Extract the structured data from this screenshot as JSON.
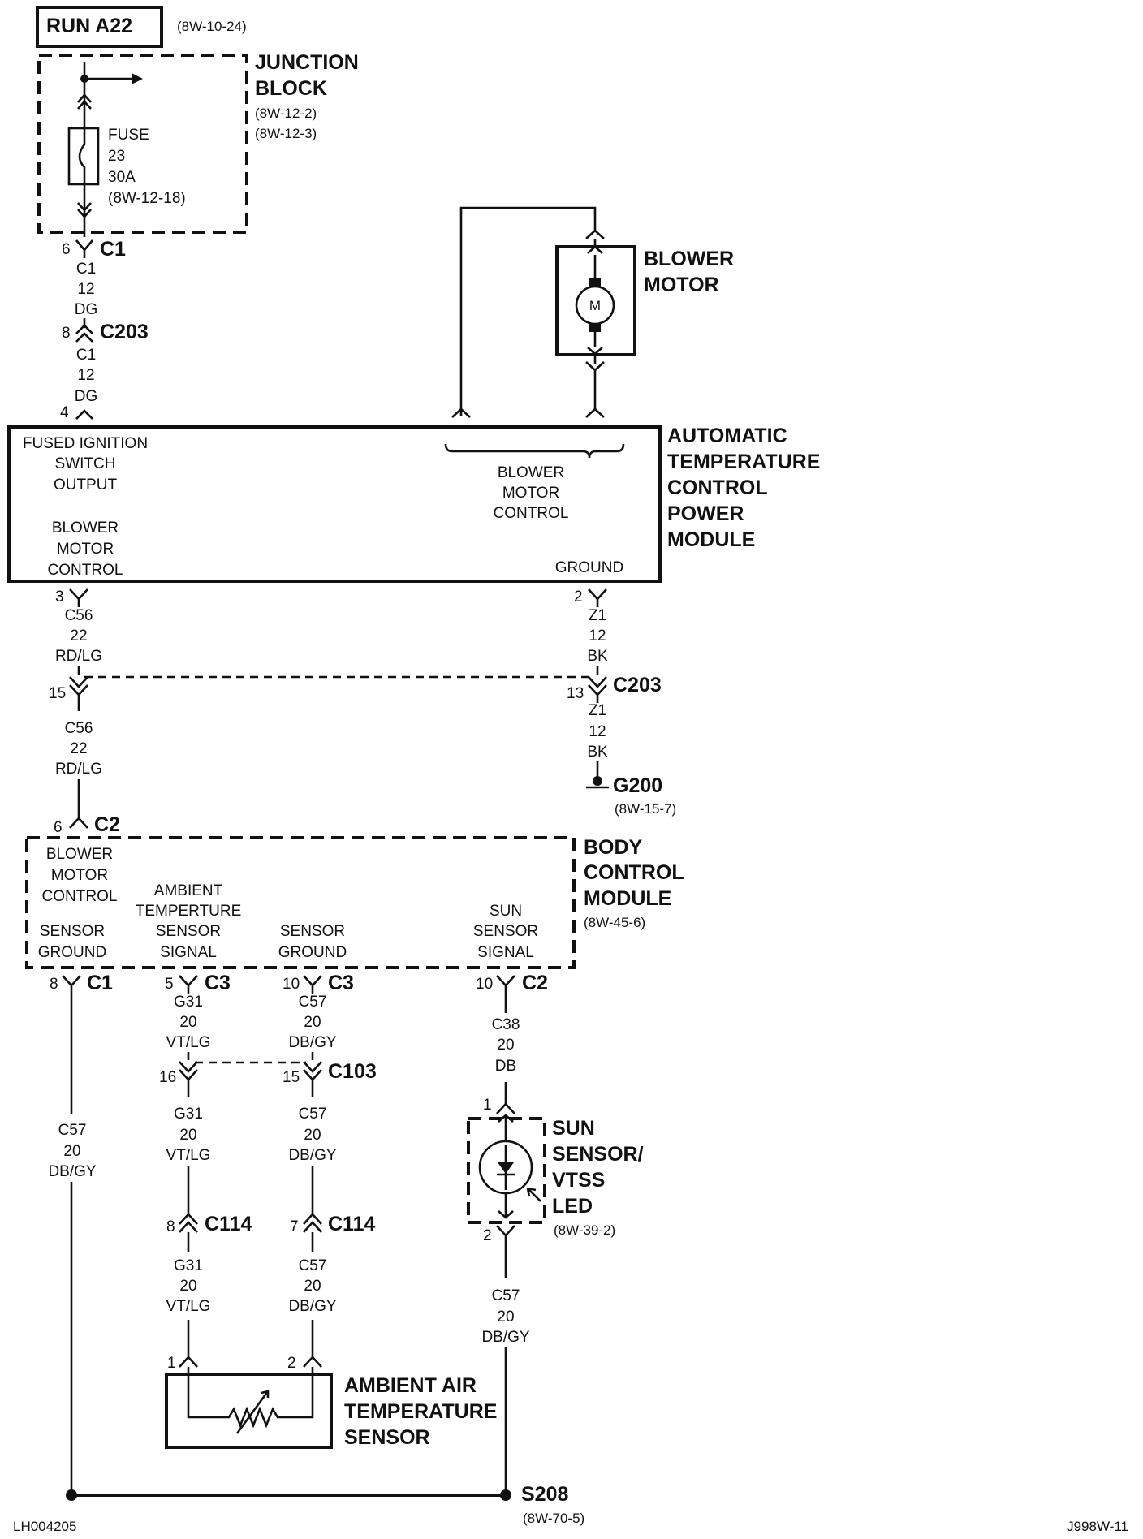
{
  "run": {
    "label": "RUN A22",
    "ref": "(8W-10-24)"
  },
  "junction_block": {
    "title_1": "JUNCTION",
    "title_2": "BLOCK",
    "ref_1": "(8W-12-2)",
    "ref_2": "(8W-12-3)"
  },
  "fuse": {
    "l1": "FUSE",
    "l2": "23",
    "l3": "30A",
    "ref": "(8W-12-18)"
  },
  "top_wires": {
    "c1_pin": "6",
    "c1": "C1",
    "w1": [
      "C1",
      "12",
      "DG"
    ],
    "c203_pin": "8",
    "c203": "C203",
    "w2": [
      "C1",
      "12",
      "DG"
    ],
    "atc_pin": "4"
  },
  "blower_motor": {
    "t1": "BLOWER",
    "t2": "MOTOR",
    "m": "M"
  },
  "atc": {
    "title": [
      "AUTOMATIC",
      "TEMPERATURE",
      "CONTROL",
      "POWER",
      "MODULE"
    ],
    "fused": [
      "FUSED IGNITION",
      "SWITCH",
      "OUTPUT"
    ],
    "bmc_left": [
      "BLOWER",
      "MOTOR",
      "CONTROL"
    ],
    "bmc_right": [
      "BLOWER",
      "MOTOR",
      "CONTROL"
    ],
    "ground": "GROUND"
  },
  "mid_wires": {
    "left_pin": "3",
    "left_w": [
      "C56",
      "22",
      "RD/LG"
    ],
    "left_c203_pin": "15",
    "left_w2": [
      "C56",
      "22",
      "RD/LG"
    ],
    "right_pin": "2",
    "right_w": [
      "Z1",
      "12",
      "BK"
    ],
    "c203": "C203",
    "right_c203_pin": "13",
    "right_w2": [
      "Z1",
      "12",
      "BK"
    ],
    "g200": "G200",
    "g200_ref": "(8W-15-7)",
    "c2_pin": "6",
    "c2": "C2"
  },
  "bcm": {
    "title": [
      "BODY",
      "CONTROL",
      "MODULE"
    ],
    "ref": "(8W-45-6)",
    "bmc": [
      "BLOWER",
      "MOTOR",
      "CONTROL"
    ],
    "sg1": [
      "SENSOR",
      "GROUND"
    ],
    "amb": [
      "AMBIENT",
      "TEMPERTURE",
      "SENSOR",
      "SIGNAL"
    ],
    "sg2": [
      "SENSOR",
      "GROUND"
    ],
    "sun": [
      "SUN",
      "SENSOR",
      "SIGNAL"
    ]
  },
  "bottom": {
    "p1": "8",
    "c1": "C1",
    "p2": "5",
    "c3a": "C3",
    "p3": "10",
    "c3b": "C3",
    "p4": "10",
    "c2": "C2",
    "w_g31": [
      "G31",
      "20",
      "VT/LG"
    ],
    "w_c57": [
      "C57",
      "20",
      "DB/GY"
    ],
    "w_c38": [
      "C38",
      "20",
      "DB"
    ],
    "c103_p1": "16",
    "c103_p2": "15",
    "c103": "C103",
    "c114_p1": "8",
    "c114_p2": "7",
    "c114": "C114",
    "left_long": [
      "C57",
      "20",
      "DB/GY"
    ],
    "amb_p1": "1",
    "amb_p2": "2",
    "amb_title": [
      "AMBIENT AIR",
      "TEMPERATURE",
      "SENSOR"
    ],
    "sun_p1": "1",
    "sun_p2": "2",
    "sun_title": [
      "SUN",
      "SENSOR/",
      "VTSS",
      "LED"
    ],
    "sun_ref": "(8W-39-2)",
    "sun_w": [
      "C57",
      "20",
      "DB/GY"
    ],
    "s208": "S208",
    "s208_ref": "(8W-70-5)"
  },
  "footer": {
    "left": "LH004205",
    "right": "J998W-11"
  }
}
